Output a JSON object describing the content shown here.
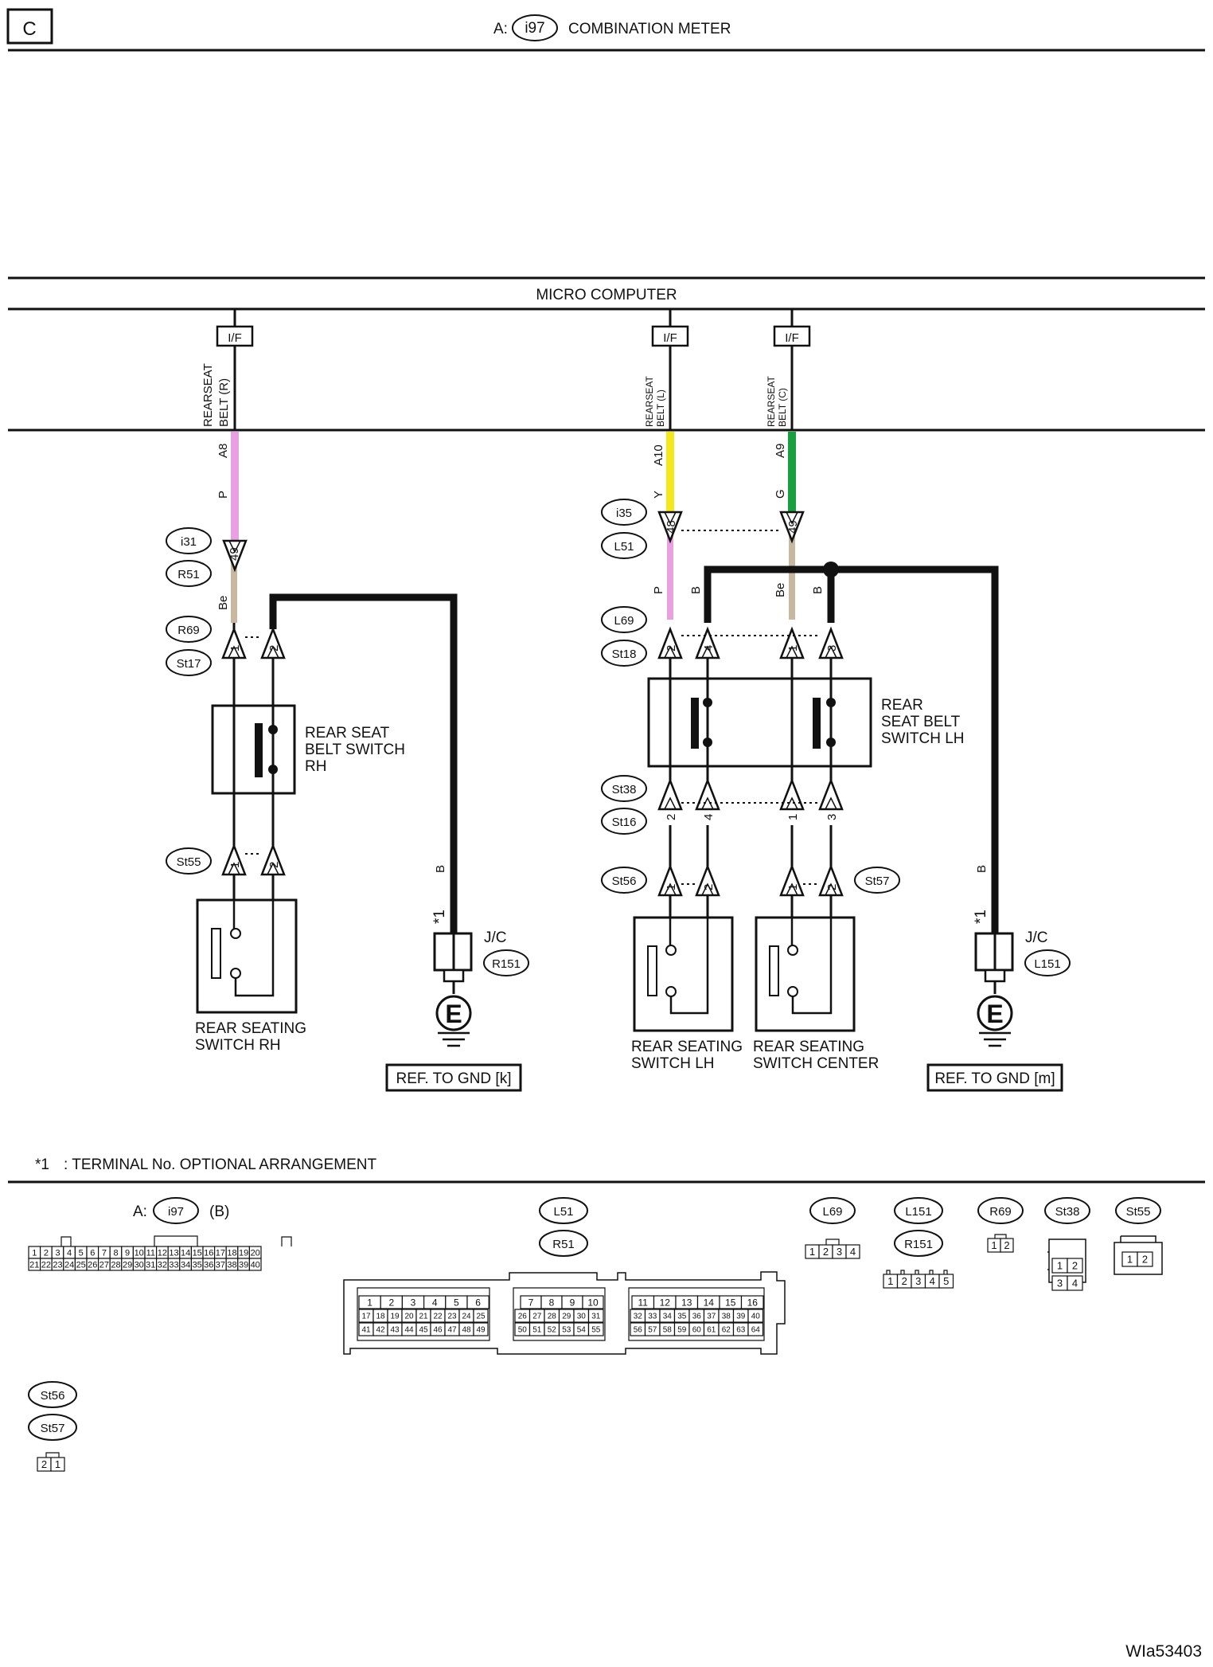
{
  "page": {
    "letter": "C",
    "figure_id": "WIa53403"
  },
  "header": {
    "prefix": "A:",
    "connector": "i97",
    "title": "COMBINATION METER"
  },
  "micro": {
    "label": "MICRO COMPUTER",
    "interfaces": [
      "I/F",
      "I/F",
      "I/F"
    ]
  },
  "signals": {
    "r": {
      "line1": "REARSEAT",
      "line2": "BELT (R)",
      "term": "A8",
      "color": "P"
    },
    "l": {
      "line1": "REARSEAT",
      "line2": "BELT (L)",
      "term": "A10",
      "color": "Y"
    },
    "c": {
      "line1": "REARSEAT",
      "line2": "BELT (C)",
      "term": "A9",
      "color": "G"
    }
  },
  "connectors": {
    "i31": "i31",
    "R51": "R51",
    "R69": "R69",
    "St17": "St17",
    "St55": "St55",
    "i35": "i35",
    "L51": "L51",
    "L69": "L69",
    "St18": "St18",
    "St38": "St38",
    "St16": "St16",
    "St56": "St56",
    "St57": "St57",
    "R151": "R151",
    "L151": "L151"
  },
  "pins": {
    "r49": "49",
    "p1": "1",
    "p2": "2",
    "p48": "48",
    "p4": "4",
    "p3": "3"
  },
  "wire_colors": {
    "be": "Be",
    "b": "B",
    "p": "P",
    "y": "Y",
    "g": "G"
  },
  "components": {
    "rsb_rh": [
      "REAR SEAT",
      "BELT SWITCH",
      "RH"
    ],
    "rsb_lh": [
      "REAR",
      "SEAT BELT",
      "SWITCH LH"
    ],
    "rs_rh": [
      "REAR SEATING",
      "SWITCH RH"
    ],
    "rs_lh": [
      "REAR SEATING",
      "SWITCH LH"
    ],
    "rs_center": [
      "REAR SEATING",
      "SWITCH CENTER"
    ]
  },
  "ground": {
    "jc": "J/C",
    "note": "*1",
    "symbol": "E",
    "ref_k": "REF. TO GND [k]",
    "ref_m": "REF. TO GND [m]"
  },
  "footnote": {
    "mark": "*1",
    "text": ": TERMINAL No. OPTIONAL ARRANGEMENT"
  },
  "legend": {
    "i97": {
      "prefix": "A:",
      "name": "i97",
      "suffix": "(B)",
      "row1": [
        "1",
        "2",
        "3",
        "4",
        "5",
        "6",
        "7",
        "8",
        "9",
        "10",
        "11",
        "12",
        "13",
        "14",
        "15",
        "16",
        "17",
        "18",
        "19",
        "20"
      ],
      "row2": [
        "21",
        "22",
        "23",
        "24",
        "25",
        "26",
        "27",
        "28",
        "29",
        "30",
        "31",
        "32",
        "33",
        "34",
        "35",
        "36",
        "37",
        "38",
        "39",
        "40"
      ]
    },
    "L51R51": {
      "names": [
        "L51",
        "R51"
      ],
      "b1r1": [
        "1",
        "2",
        "3",
        "4",
        "5",
        "6"
      ],
      "b1r2": [
        "17",
        "18",
        "19",
        "20",
        "21",
        "22",
        "23",
        "24",
        "25"
      ],
      "b1r3": [
        "41",
        "42",
        "43",
        "44",
        "45",
        "46",
        "47",
        "48",
        "49"
      ],
      "b2r1": [
        "7",
        "8",
        "9",
        "10"
      ],
      "b2r2": [
        "26",
        "27",
        "28",
        "29",
        "30",
        "31"
      ],
      "b2r3": [
        "50",
        "51",
        "52",
        "53",
        "54",
        "55"
      ],
      "b3r1": [
        "11",
        "12",
        "13",
        "14",
        "15",
        "16"
      ],
      "b3r2": [
        "32",
        "33",
        "34",
        "35",
        "36",
        "37",
        "38",
        "39",
        "40"
      ],
      "b3r3": [
        "56",
        "57",
        "58",
        "59",
        "60",
        "61",
        "62",
        "63",
        "64"
      ]
    },
    "L69": {
      "name": "L69",
      "pins": [
        "1",
        "2",
        "3",
        "4"
      ]
    },
    "L151R151": {
      "names": [
        "L151",
        "R151"
      ],
      "pins": [
        "1",
        "2",
        "3",
        "4",
        "5"
      ]
    },
    "R69": {
      "name": "R69",
      "pins": [
        "1",
        "2"
      ]
    },
    "St38": {
      "name": "St38",
      "pins": [
        "1",
        "2",
        "3",
        "4"
      ]
    },
    "St55": {
      "name": "St55",
      "pins": [
        "1",
        "2"
      ]
    },
    "St56St57": {
      "names": [
        "St56",
        "St57"
      ],
      "pins": [
        "2",
        "1"
      ]
    }
  },
  "colors": {
    "pink": "#e8a0e0",
    "yellow": "#f2e81c",
    "green": "#18a040",
    "beige": "#c8b8a0"
  }
}
